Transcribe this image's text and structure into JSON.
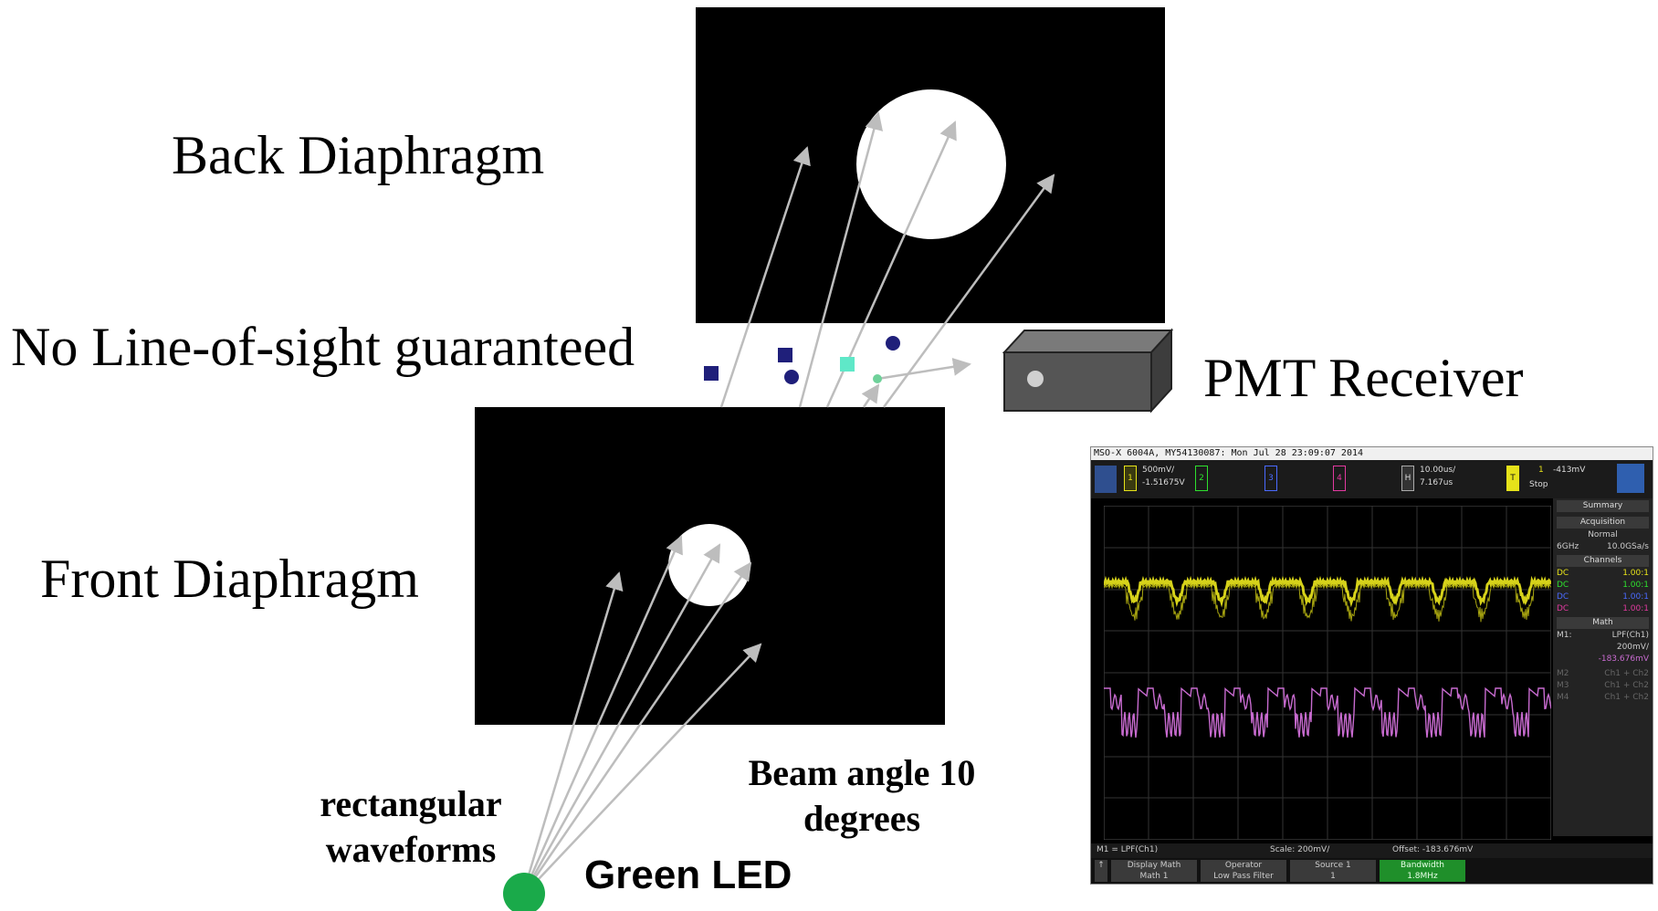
{
  "labels": {
    "back_diaphragm": "Back Diaphragm",
    "no_line_of_sight": "No Line-of-sight guaranteed",
    "pmt_receiver": "PMT Receiver",
    "front_diaphragm": "Front Diaphragm",
    "rectangular_waveforms": "rectangular\nwaveforms",
    "beam_angle": "Beam angle 10\ndegrees",
    "green_led": "Green  LED"
  },
  "colors": {
    "diaphragm": "#000000",
    "aperture": "#ffffff",
    "ray": "#bdbdbd",
    "led": "#1aaa4a",
    "particle_navy": "#1f1f7a",
    "particle_teal": "#5fe8c8",
    "particle_green": "#6fd19a",
    "pmt_front": "#555555",
    "pmt_top": "#7a7a7a",
    "pmt_side": "#3d3d3d",
    "trace_ch1": "#d6d21a",
    "trace_math": "#c86bd0"
  },
  "oscilloscope": {
    "title": "MSO-X 6004A, MY54130087: Mon Jul 28 23:09:07 2014",
    "ch1_scale": "500mV/",
    "ch1_offset": "-1.51675V",
    "ch_labels": [
      "1",
      "2",
      "3",
      "4"
    ],
    "h_label": "H",
    "time_scale": "10.00us/",
    "time_delay": "7.167us",
    "trig_label": "T",
    "trig_source": "1",
    "trig_level": "-413mV",
    "run_state": "Stop",
    "side": {
      "summary": "Summary",
      "acquisition": "Acquisition",
      "mode": "Normal",
      "bw": "6GHz",
      "rate": "10.0GSa/s",
      "channels": "Channels",
      "channel_rows": [
        {
          "coupling": "DC",
          "ratio": "1.00:1",
          "color": "#e6e21a"
        },
        {
          "coupling": "DC",
          "ratio": "1.00:1",
          "color": "#2ee02e"
        },
        {
          "coupling": "DC",
          "ratio": "1.00:1",
          "color": "#4a6aff"
        },
        {
          "coupling": "DC",
          "ratio": "1.00:1",
          "color": "#e23aa0"
        }
      ],
      "math": "Math",
      "m1_name": "M1:",
      "m1_func": "LPF(Ch1)",
      "m1_scale": "200mV/",
      "m1_offset": "-183.676mV",
      "math_rows": [
        {
          "name": "M2",
          "func": "Ch1 + Ch2"
        },
        {
          "name": "M3",
          "func": "Ch1 + Ch2"
        },
        {
          "name": "M4",
          "func": "Ch1 + Ch2"
        }
      ]
    },
    "math_status": "M1 = LPF(Ch1)",
    "math_scale": "Scale: 200mV/",
    "math_offset": "Offset: -183.676mV",
    "softkeys": [
      {
        "title": "Display Math",
        "value": "Math 1"
      },
      {
        "title": "Operator",
        "value": "Low Pass Filter"
      },
      {
        "title": "Source 1",
        "value": "1"
      },
      {
        "title": "Bandwidth",
        "value": "1.8MHz"
      }
    ]
  }
}
